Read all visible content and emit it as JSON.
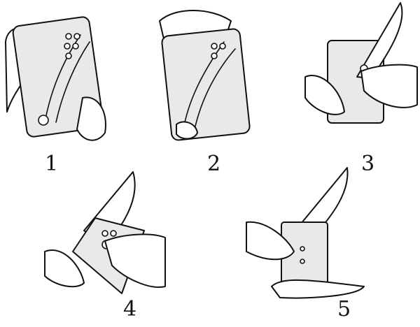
{
  "figure": {
    "steps": [
      {
        "number": "1",
        "icon": "closed-card-knife"
      },
      {
        "number": "2",
        "icon": "unfolding-blade"
      },
      {
        "number": "3",
        "icon": "blade-extended"
      },
      {
        "number": "4",
        "icon": "folding-card-handle"
      },
      {
        "number": "5",
        "icon": "assembled-knife"
      }
    ],
    "colors": {
      "ink": "#111111",
      "card": "#e9e9e9",
      "background": "#ffffff"
    }
  }
}
